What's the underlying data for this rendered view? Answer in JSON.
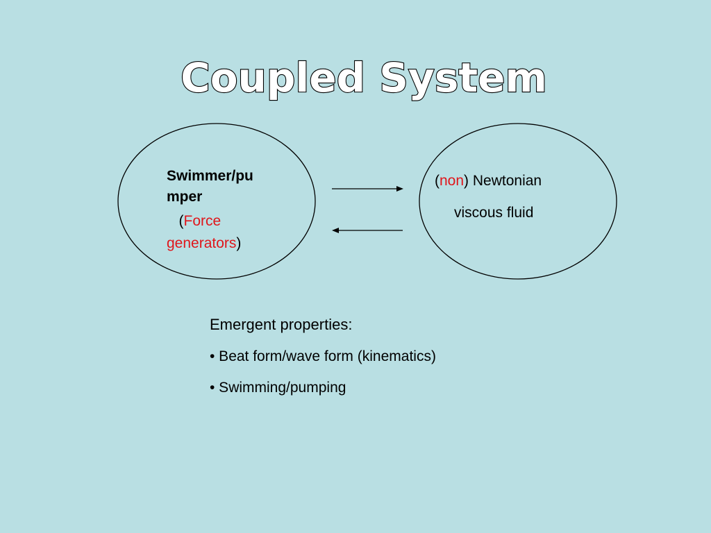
{
  "title": "Coupled System",
  "left_node": {
    "label_line1": "Swimmer/pu",
    "label_line2": "mper",
    "paren_open": "(",
    "highlight": "Force",
    "highlight2": "generators",
    "paren_close": ")"
  },
  "right_node": {
    "paren_open": "(",
    "highlight": "non",
    "paren_close": ")",
    "rest": " Newtonian",
    "line2": "viscous  fluid"
  },
  "emergent": {
    "heading": "Emergent properties:",
    "bullets": [
      "• Beat form/wave form  (kinematics)",
      "• Swimming/pumping"
    ]
  },
  "colors": {
    "background": "#b9dfe3",
    "highlight": "#e0161b"
  }
}
